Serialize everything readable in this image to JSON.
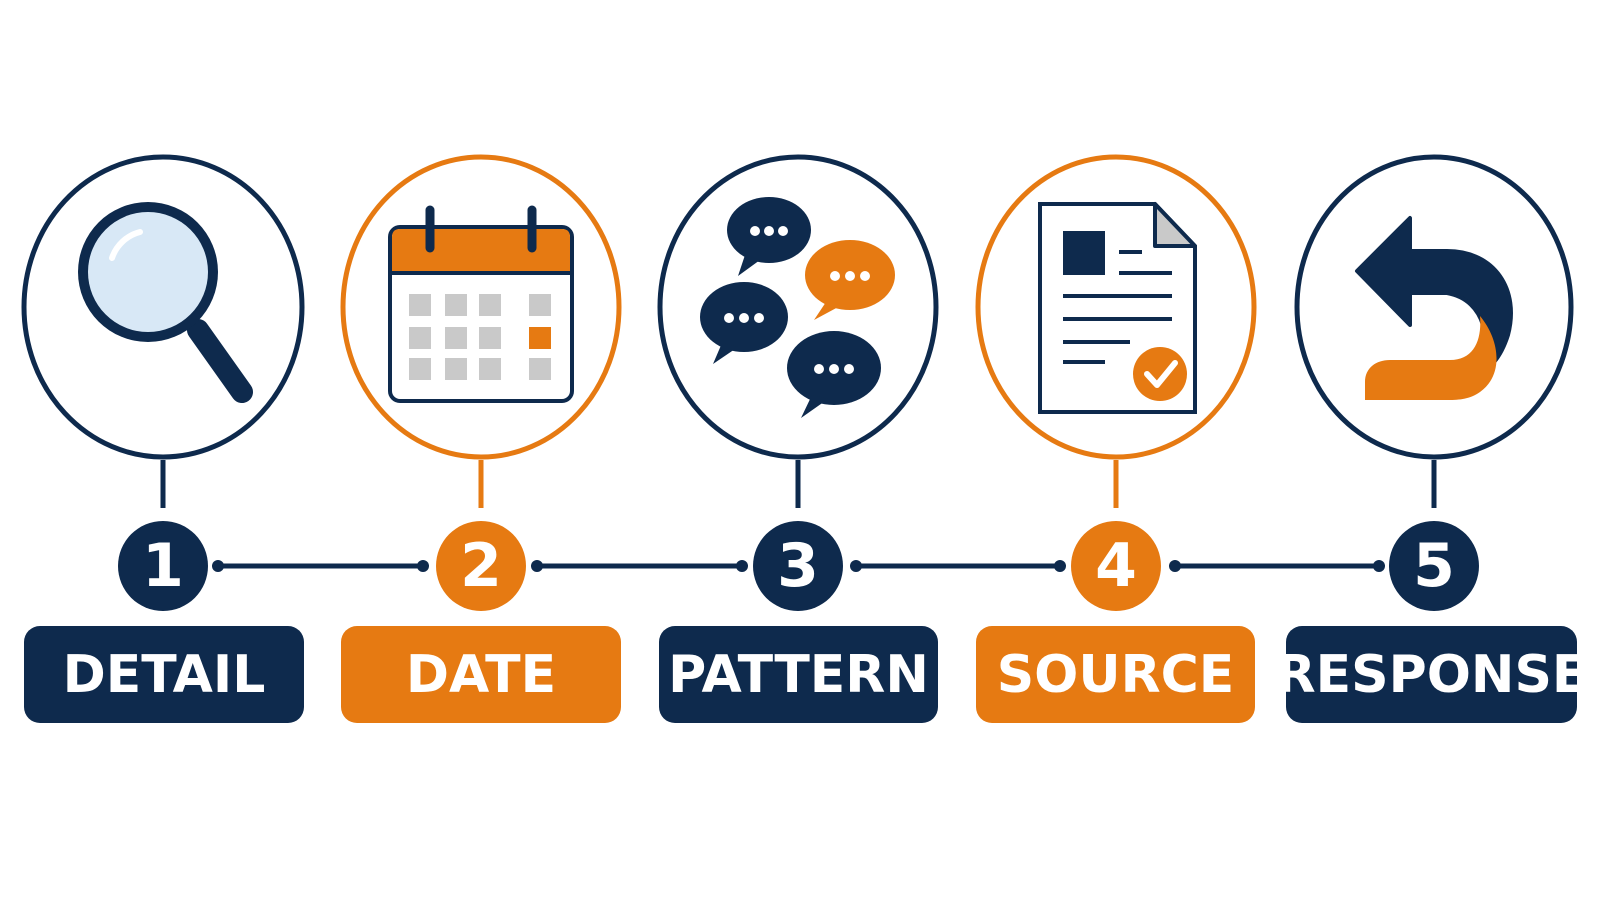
{
  "colors": {
    "navy": "#0e2a4d",
    "orange": "#e67a12",
    "light_gray": "#c9c9c9",
    "lens_blue": "#d8e8f6",
    "white": "#ffffff"
  },
  "steps": [
    {
      "number": "1",
      "label": "DETAIL",
      "color": "#0e2a4d",
      "icon": "magnifying-glass-icon"
    },
    {
      "number": "2",
      "label": "DATE",
      "color": "#e67a12",
      "icon": "calendar-icon"
    },
    {
      "number": "3",
      "label": "PATTERN",
      "color": "#0e2a4d",
      "icon": "speech-bubbles-icon"
    },
    {
      "number": "4",
      "label": "SOURCE",
      "color": "#e67a12",
      "icon": "document-check-icon"
    },
    {
      "number": "5",
      "label": "RESPONSE",
      "color": "#0e2a4d",
      "icon": "reply-arrow-icon"
    }
  ]
}
